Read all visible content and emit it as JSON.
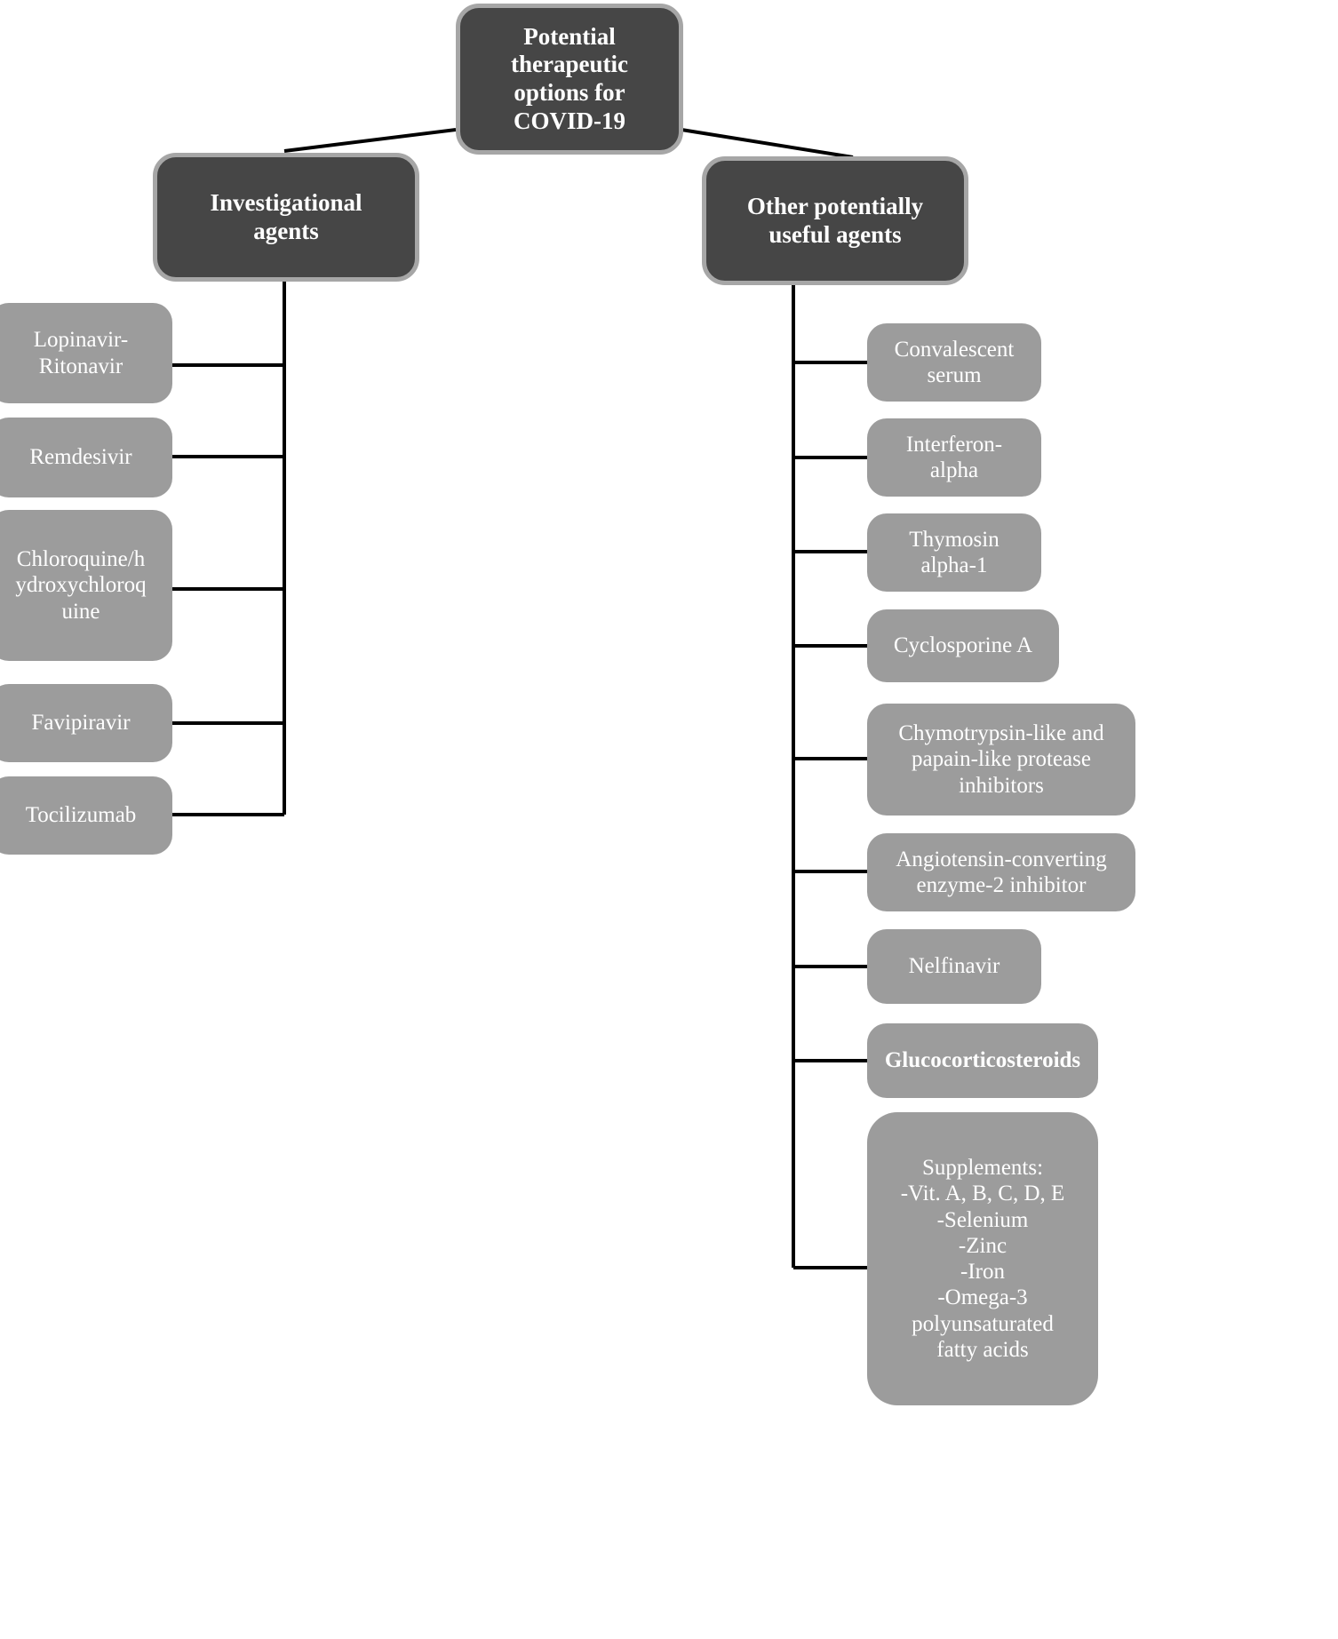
{
  "diagram": {
    "type": "flowchart",
    "orientation": "top-down-two-branch",
    "root": {
      "label": "Potential\ntherapeutic\noptions for\nCOVID-19"
    },
    "branches": [
      {
        "title": "Investigational\nagents",
        "side": "left",
        "items": [
          {
            "label": "Lopinavir-\nRitonavir",
            "bold": false
          },
          {
            "label": "Remdesivir",
            "bold": false
          },
          {
            "label": "Chloroquine/h\nydroxychloroq\nuine",
            "bold": false
          },
          {
            "label": "Favipiravir",
            "bold": false
          },
          {
            "label": "Tocilizumab",
            "bold": false
          }
        ]
      },
      {
        "title": "Other potentially\nuseful agents",
        "side": "right",
        "items": [
          {
            "label": "Convalescent\nserum",
            "bold": false
          },
          {
            "label": "Interferon-\nalpha",
            "bold": false
          },
          {
            "label": "Thymosin\nalpha-1",
            "bold": false
          },
          {
            "label": "Cyclosporine A",
            "bold": false
          },
          {
            "label": "Chymotrypsin-like and\npapain-like protease\ninhibitors",
            "bold": false
          },
          {
            "label": "Angiotensin-converting\nenzyme-2 inhibitor",
            "bold": false
          },
          {
            "label": "Nelfinavir",
            "bold": false
          },
          {
            "label": "Glucocorticosteroids",
            "bold": true
          },
          {
            "label": "Supplements:\n-Vit. A, B, C, D, E\n-Selenium\n-Zinc\n-Iron\n-Omega-3\npolyunsaturated\nfatty acids",
            "bold": false
          }
        ]
      }
    ],
    "colors": {
      "dark_node_fill": "#464646",
      "dark_node_border": "#a6a6a6",
      "light_node_fill": "#9c9c9c",
      "connector": "#000000",
      "text": "#ffffff",
      "background": "#ffffff"
    }
  }
}
